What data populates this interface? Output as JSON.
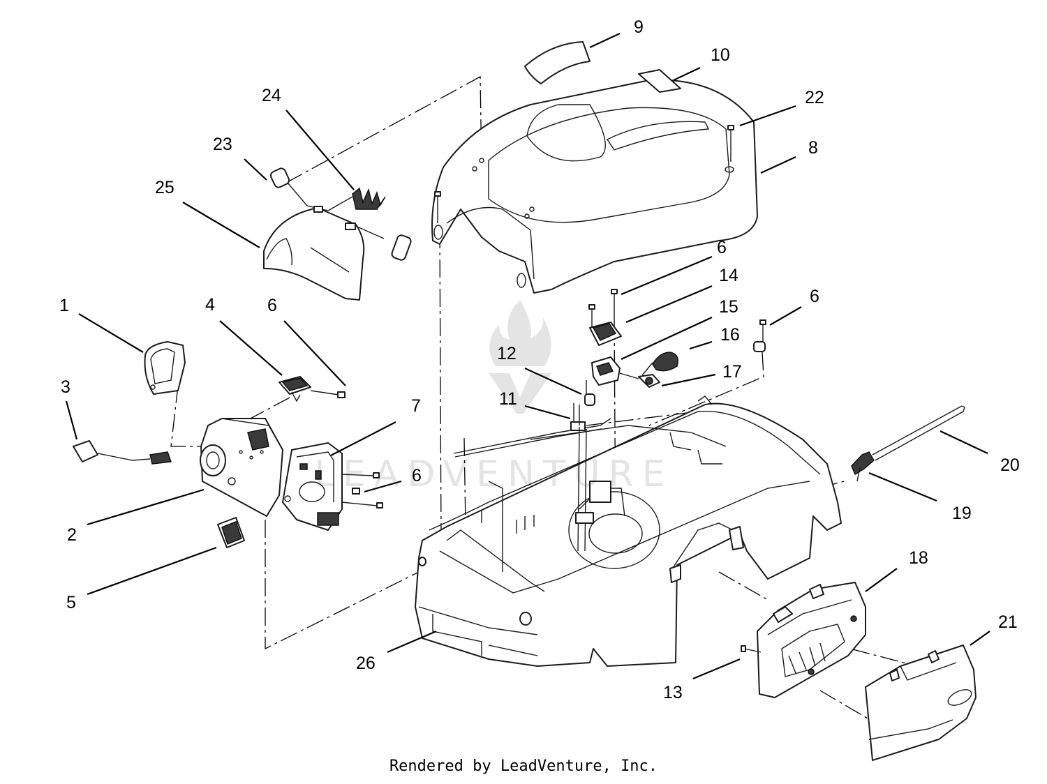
{
  "diagram": {
    "callouts": [
      {
        "id": "c1",
        "label": "1"
      },
      {
        "id": "c2",
        "label": "2"
      },
      {
        "id": "c3",
        "label": "3"
      },
      {
        "id": "c4",
        "label": "4"
      },
      {
        "id": "c5",
        "label": "5"
      },
      {
        "id": "c6a",
        "label": "6"
      },
      {
        "id": "c6b",
        "label": "6"
      },
      {
        "id": "c6c",
        "label": "6"
      },
      {
        "id": "c6d",
        "label": "6"
      },
      {
        "id": "c7",
        "label": "7"
      },
      {
        "id": "c8",
        "label": "8"
      },
      {
        "id": "c9",
        "label": "9"
      },
      {
        "id": "c10",
        "label": "10"
      },
      {
        "id": "c11",
        "label": "11"
      },
      {
        "id": "c12",
        "label": "12"
      },
      {
        "id": "c13",
        "label": "13"
      },
      {
        "id": "c14",
        "label": "14"
      },
      {
        "id": "c15",
        "label": "15"
      },
      {
        "id": "c16",
        "label": "16"
      },
      {
        "id": "c17",
        "label": "17"
      },
      {
        "id": "c18",
        "label": "18"
      },
      {
        "id": "c19",
        "label": "19"
      },
      {
        "id": "c20",
        "label": "20"
      },
      {
        "id": "c21",
        "label": "21"
      },
      {
        "id": "c22",
        "label": "22"
      },
      {
        "id": "c23",
        "label": "23"
      },
      {
        "id": "c24",
        "label": "24"
      },
      {
        "id": "c25",
        "label": "25"
      },
      {
        "id": "c26",
        "label": "26"
      }
    ]
  },
  "watermark": {
    "text": "LEADVENTURE",
    "logo_icon": "flame-logo-icon"
  },
  "footer": {
    "credit": "Rendered by LeadVenture, Inc."
  },
  "colors": {
    "line": "#1a1a1a",
    "background": "#ffffff",
    "watermark": "#000000"
  }
}
